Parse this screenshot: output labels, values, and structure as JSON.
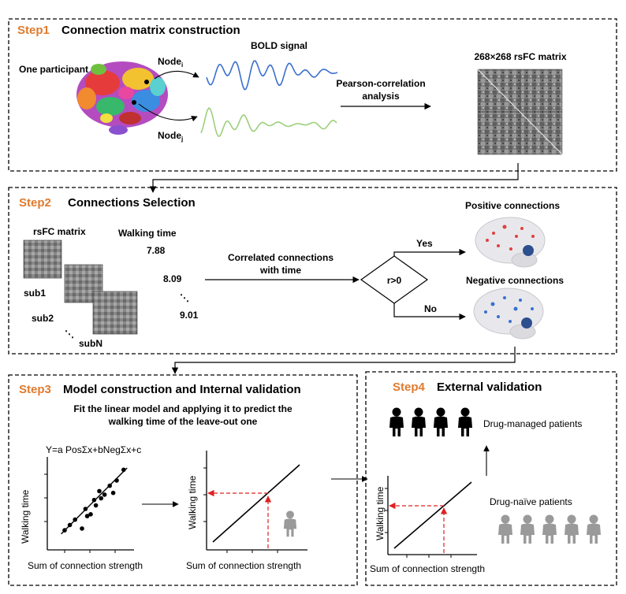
{
  "step1": {
    "step_label": "Step1",
    "title": "Connection matrix construction",
    "participant": "One participant",
    "node_i": "Node",
    "node_i_sub": "i",
    "node_j": "Node",
    "node_j_sub": "j",
    "bold_signal": "BOLD signal",
    "method_line1": "Pearson-correlation",
    "method_line2": "analysis",
    "matrix_title": "268×268 rsFC matrix"
  },
  "step2": {
    "step_label": "Step2",
    "title": "Connections Selection",
    "rsfc_label": "rsFC matrix",
    "walking_time_label": "Walking time",
    "subjects": [
      "sub1",
      "sub2",
      "subN"
    ],
    "times": [
      "7.88",
      "8.09",
      "9.01"
    ],
    "correlated_line1": "Correlated connections",
    "correlated_line2": "with time",
    "condition": "r>0",
    "yes": "Yes",
    "no": "No",
    "positive": "Positive connections",
    "negative": "Negative connections"
  },
  "step3": {
    "step_label": "Step3",
    "title": "Model construction and Internal  validation",
    "subtitle_line1": "Fit the linear model and applying it to predict the",
    "subtitle_line2": "walking time of the leave-out one",
    "formula": "Y=a PosΣx+bNegΣx+c",
    "ylabel": "Walking time",
    "xlabel": "Sum of connection strength"
  },
  "step4": {
    "step_label": "Step4",
    "title": "External  validation",
    "managed": "Drug-managed patients",
    "naive": "Drug-naïve patients",
    "ylabel": "Walking time",
    "xlabel": "Sum of connection strength"
  },
  "chart_data": {
    "type": "scatter",
    "title": "",
    "xlabel": "Sum of connection strength",
    "ylabel": "Walking time",
    "x": [
      1.0,
      1.3,
      1.6,
      2.0,
      2.2,
      2.3,
      2.5,
      2.7,
      2.8,
      3.0,
      3.1,
      3.3,
      3.6,
      3.8,
      4.0,
      4.4
    ],
    "y": [
      1.1,
      1.4,
      1.7,
      1.2,
      2.3,
      1.9,
      2.0,
      2.8,
      2.5,
      3.3,
      2.9,
      3.1,
      3.6,
      3.2,
      3.9,
      4.5
    ],
    "fit_line": {
      "x": [
        0.8,
        4.6
      ],
      "y": [
        0.9,
        4.6
      ]
    },
    "grid": false
  },
  "colors": {
    "accent": "#e07a2e",
    "bold_blue": "#3a6fd0",
    "bold_green": "#9ccf7c",
    "red_arrow": "#e02020",
    "person_black": "#000000",
    "person_gray": "#9a9a9a"
  }
}
